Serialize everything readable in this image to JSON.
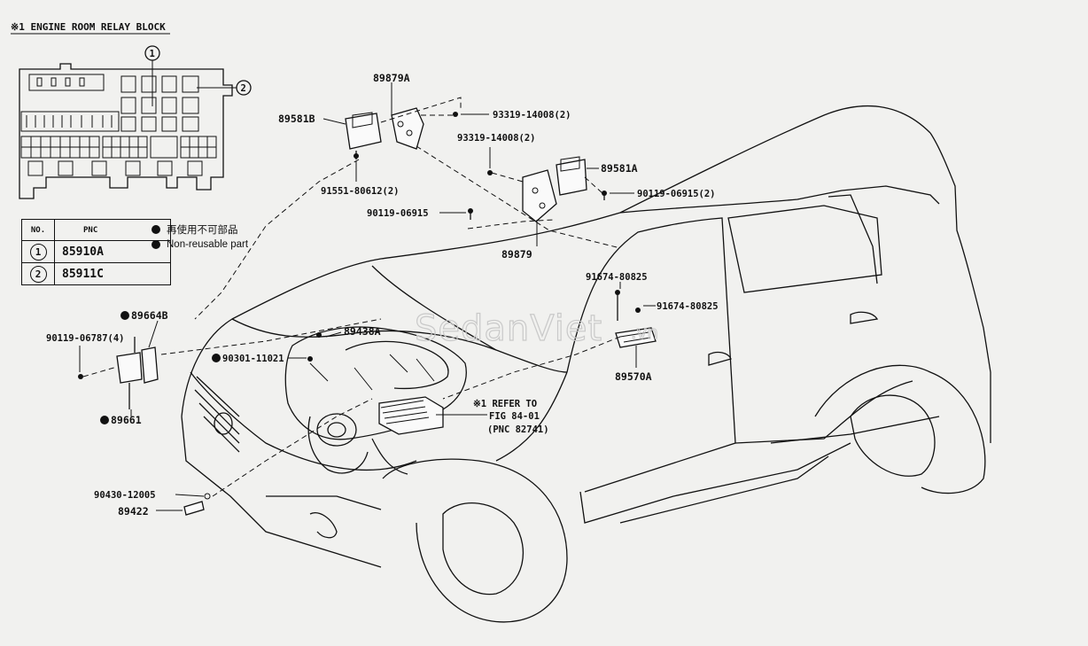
{
  "title": "※1 ENGINE ROOM RELAY BLOCK",
  "callouts": {
    "c1": "1",
    "c2": "2"
  },
  "pnc_table": {
    "headers": [
      "NO.",
      "PNC"
    ],
    "rows": [
      {
        "no": "1",
        "pnc": "85910A"
      },
      {
        "no": "2",
        "pnc": "85911C"
      }
    ]
  },
  "legend": [
    "再使用不可部品",
    "Non-reusable part"
  ],
  "parts": {
    "p89879A": "89879A",
    "p89581B": "89581B",
    "p93319_top": "93319-14008(2)",
    "p93319_mid": "93319-14008(2)",
    "p91551": "91551-80612(2)",
    "p89581A": "89581A",
    "p90119_06915_2": "90119-06915(2)",
    "p90119_06915": "90119-06915",
    "p89879": "89879",
    "p91674_a": "91674-80825",
    "p91674_b": "91674-80825",
    "p89570A": "89570A",
    "p89664B": "89664B",
    "p90119_06787": "90119-06787(4)",
    "p89438A": "89438A",
    "p90301": "90301-11021",
    "p89661": "89661",
    "ref_line1": "※1 REFER TO",
    "ref_line2": "FIG 84-01",
    "ref_line3": "(PNC 82741)",
    "p90430": "90430-12005",
    "p89422": "89422"
  },
  "watermark": "SedanViet",
  "watermark_suffix": ".vn"
}
